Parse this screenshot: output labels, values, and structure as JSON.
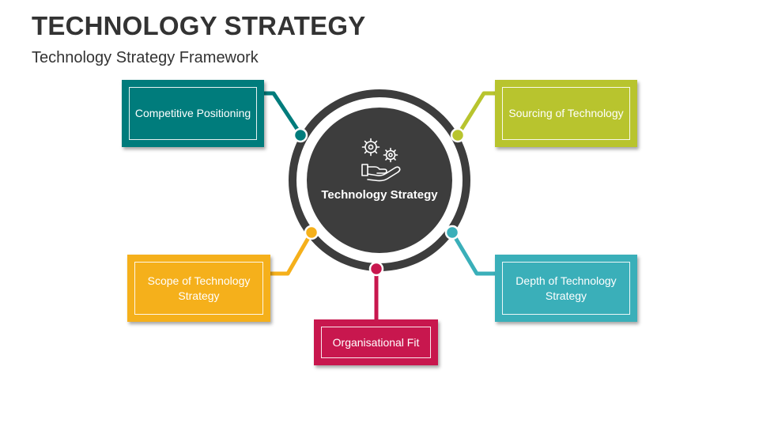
{
  "header": {
    "title": "TECHNOLOGY STRATEGY",
    "subtitle": "Technology Strategy Framework"
  },
  "center": {
    "label": "Technology Strategy",
    "icon": "gears-in-hand-icon"
  },
  "nodes": [
    {
      "id": "competitive",
      "label": "Competitive Positioning",
      "color": "#007C7C"
    },
    {
      "id": "sourcing",
      "label": "Sourcing of Technology",
      "color": "#B8C42E"
    },
    {
      "id": "scope",
      "label": "Scope of Technology Strategy",
      "color": "#F5B01B"
    },
    {
      "id": "depth",
      "label": "Depth of Technology Strategy",
      "color": "#3AAFB9"
    },
    {
      "id": "orgfit",
      "label": "Organisational Fit",
      "color": "#C8174E"
    }
  ],
  "colors": {
    "ring": "#3D3D3D",
    "core": "#3D3D3D",
    "title": "#333333"
  }
}
